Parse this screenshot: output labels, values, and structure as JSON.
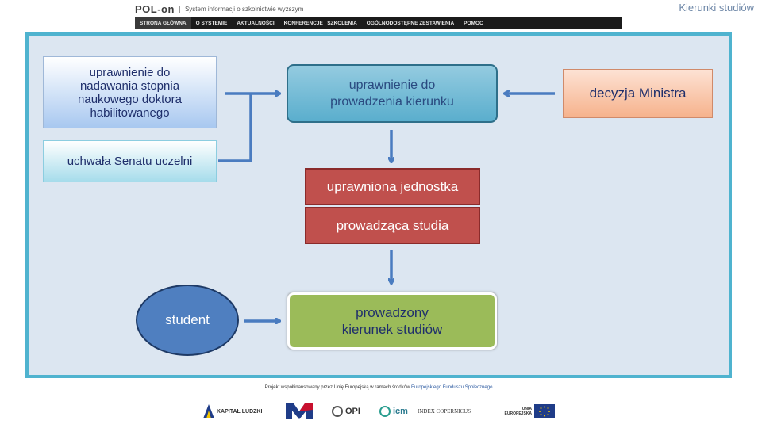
{
  "header": {
    "logo": "POL-on",
    "logo_sub": "System informacji o szkolnictwie wyższym",
    "slide_title": "Kierunki studiów",
    "nav": [
      {
        "label": "STRONA GŁÓWNA"
      },
      {
        "label": "O SYSTEMIE"
      },
      {
        "label": "AKTUALNOŚCI"
      },
      {
        "label": "KONFERENCJE I SZKOLENIA"
      },
      {
        "label": "OGÓLNODOSTĘPNE ZESTAWIENIA"
      },
      {
        "label": "POMOC"
      }
    ]
  },
  "diagram": {
    "habil": "uprawnienie do\nnadawania stopnia\nnaukowego doktora\nhabilitowanego",
    "senat": "uchwała Senatu uczelni",
    "uprawnienie": "uprawnienie do\nprowadzenia kierunku",
    "decyzja": "decyzja Ministra",
    "jednostka_1": "uprawniona jednostka",
    "jednostka_2": "prowadząca studia",
    "student": "student",
    "kierunek": "prowadzony\nkierunek studiów"
  },
  "footer": {
    "text_prefix": "Projekt współfinansowany przez Unię Europejską w ramach środków",
    "text_highlight": "Europejskiego Funduszu Społecznego",
    "logos": [
      {
        "label": "KAPITAŁ LUDZKI"
      },
      {
        "label": "OPI"
      },
      {
        "label": "icm"
      },
      {
        "label": "INDEX COPERNICUS"
      },
      {
        "label": "UNIA EUROPEJSKA"
      }
    ]
  },
  "colors": {
    "panel_border": "#4fb3cf",
    "panel_bg": "#dce6f1",
    "arrow": "#4a7cc0",
    "red_box": "#c0504d",
    "green_box": "#9bbb59",
    "student_fill": "#4f7fc0"
  }
}
